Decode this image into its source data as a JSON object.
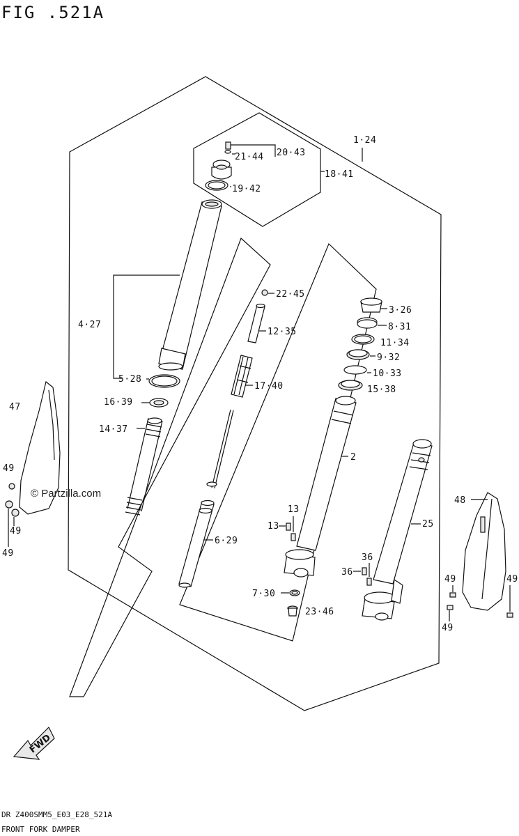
{
  "figure": {
    "title": "FIG .521A",
    "footer_code": "DR Z400SMM5_E03_E28_521A",
    "footer_name": "FRONT FORK DAMPER",
    "watermark": "© Partzilla.com",
    "fwd_label": "FWD"
  },
  "callouts": {
    "p1_24": "1·24",
    "p2": "2",
    "p3_26": "3·26",
    "p4_27": "4·27",
    "p5_28": "5·28",
    "p6_29": "6·29",
    "p7_30": "7·30",
    "p8_31": "8·31",
    "p9_32": "9·32",
    "p10_33": "10·33",
    "p11_34": "11·34",
    "p12_35": "12·35",
    "p13a": "13",
    "p13b": "13",
    "p14_37": "14·37",
    "p15_38": "15·38",
    "p16_39": "16·39",
    "p17_40": "17·40",
    "p18_41": "18·41",
    "p19_42": "19·42",
    "p20_43": "20·43",
    "p21_44": "21·44",
    "p22_45": "22·45",
    "p23_46": "23·46",
    "p25": "25",
    "p36a": "36",
    "p36b": "36",
    "p47": "47",
    "p48": "48",
    "p49a": "49",
    "p49b": "49",
    "p49c": "49",
    "p49d": "49",
    "p49e": "49",
    "p49f": "49"
  }
}
